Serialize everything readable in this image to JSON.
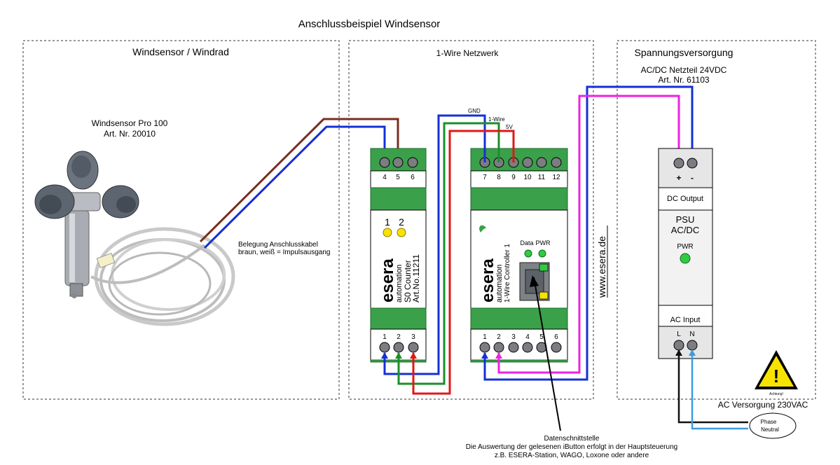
{
  "title": "Anschlussbeispiel Windsensor",
  "sections": {
    "left": "Windsensor / Windrad",
    "middle": "1-Wire Netzwerk",
    "right": "Spannungsversorgung"
  },
  "sensor": {
    "name": "Windsensor Pro 100",
    "art": "Art. Nr. 20010",
    "cable_line1": "Belegung Anschlusskabel",
    "cable_line2": "braun, weiß = Impulsausgang"
  },
  "counter": {
    "top_terminals": [
      "4",
      "5",
      "6"
    ],
    "bottom_terminals": [
      "1",
      "2",
      "3"
    ],
    "led_labels": [
      "1",
      "2"
    ],
    "brand": "esera",
    "brand_sub": "automation",
    "product": "S0 Counter",
    "art": "Art.No.11211"
  },
  "controller": {
    "top_terminals": [
      "7",
      "8",
      "9",
      "10",
      "11",
      "12"
    ],
    "bottom_terminals": [
      "1",
      "2",
      "3",
      "4",
      "5",
      "6"
    ],
    "led_label_data": "Data",
    "led_label_pwr": "PWR",
    "brand": "esera",
    "brand_sub": "automation",
    "product": "1-Wire Controller 1"
  },
  "bus_labels": {
    "gnd": "GND",
    "onewire": "1-Wire",
    "v5": "5V"
  },
  "website": "www.esera.de",
  "psu": {
    "header_line1": "AC/DC Netzteil 24VDC",
    "header_line2": "Art. Nr. 61103",
    "plus": "+",
    "minus": "-",
    "dc_output": "DC Output",
    "label_line1": "PSU",
    "label_line2": "AC/DC",
    "pwr": "PWR",
    "ac_input": "AC Input",
    "l": "L",
    "n": "N"
  },
  "ac": {
    "label": "AC Versorgung 230VAC",
    "phase": "Phase",
    "neutral": "Neutral",
    "warning_text": "Achtung!",
    "warning_symbol": "!"
  },
  "footer": {
    "line1": "Datenschnittstelle",
    "line2": "Die Auswertung der gelesenen iButton erfolgt in der Hauptsteuerung",
    "line3": "z.B. ESERA-Station, WAGO, Loxone oder andere"
  },
  "colors": {
    "brown": "#7a2e22",
    "blue": "#1430d6",
    "green": "#1a8f2a",
    "red": "#e01818",
    "magenta": "#ee22e0",
    "rail_green": "#3aa04a",
    "led_yellow": "#f7e300",
    "led_green": "#2ecc40"
  }
}
